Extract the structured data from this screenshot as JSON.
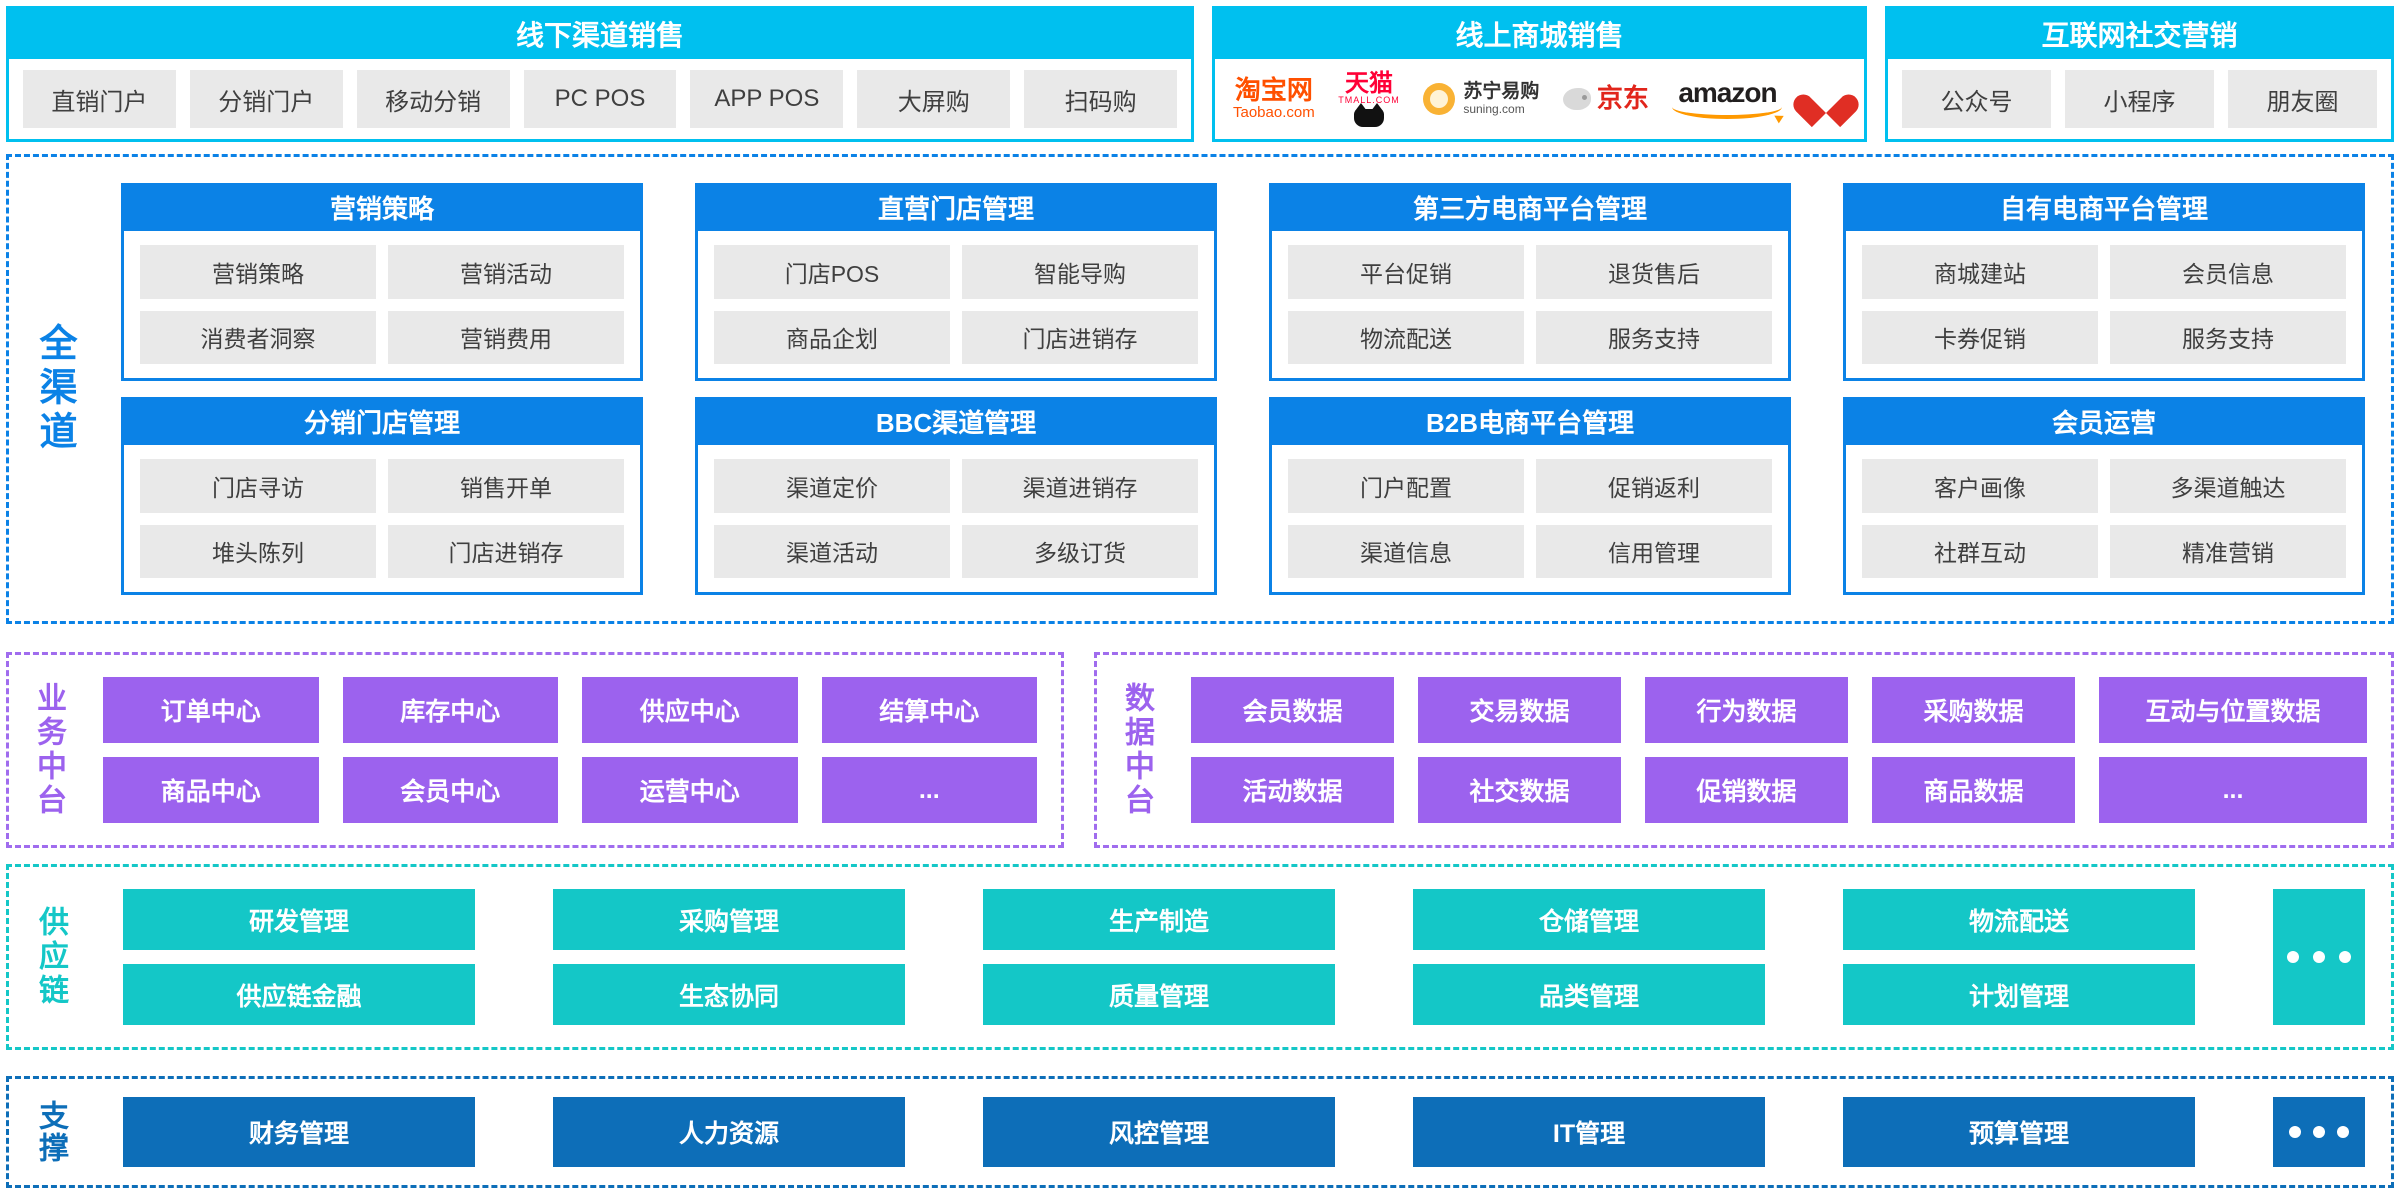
{
  "colors": {
    "cyan": "#00c0ef",
    "blue": "#0b82e6",
    "purple": "#9c62ee",
    "teal": "#14c7c7",
    "dark_blue": "#0d6eb8",
    "chip_bg": "#e9e9e9"
  },
  "top_sections": {
    "offline": {
      "title": "线下渠道销售",
      "items": [
        "直销门户",
        "分销门户",
        "移动分销",
        "PC POS",
        "APP POS",
        "大屏购",
        "扫码购"
      ]
    },
    "online": {
      "title": "线上商城销售",
      "logos": [
        {
          "name": "taobao",
          "line1": "淘宝网",
          "line2": "Taobao.com"
        },
        {
          "name": "tmall",
          "line1": "天猫",
          "line2": "TMALL.COM"
        },
        {
          "name": "suning",
          "line1": "苏宁易购",
          "line2": "suning.com"
        },
        {
          "name": "jd",
          "line1": "京东",
          "line2": ""
        },
        {
          "name": "amazon",
          "line1": "amazon",
          "line2": ""
        },
        {
          "name": "pinduoduo",
          "line1": "拼",
          "line2": ""
        }
      ]
    },
    "social": {
      "title": "互联网社交营销",
      "items": [
        "公众号",
        "小程序",
        "朋友圈"
      ]
    }
  },
  "omni_channel": {
    "label": "全渠道",
    "panels": [
      {
        "title": "营销策略",
        "items": [
          "营销策略",
          "营销活动",
          "消费者洞察",
          "营销费用"
        ]
      },
      {
        "title": "直营门店管理",
        "items": [
          "门店POS",
          "智能导购",
          "商品企划",
          "门店进销存"
        ]
      },
      {
        "title": "第三方电商平台管理",
        "items": [
          "平台促销",
          "退货售后",
          "物流配送",
          "服务支持"
        ]
      },
      {
        "title": "自有电商平台管理",
        "items": [
          "商城建站",
          "会员信息",
          "卡券促销",
          "服务支持"
        ]
      },
      {
        "title": "分销门店管理",
        "items": [
          "门店寻访",
          "销售开单",
          "堆头陈列",
          "门店进销存"
        ]
      },
      {
        "title": "BBC渠道管理",
        "items": [
          "渠道定价",
          "渠道进销存",
          "渠道活动",
          "多级订货"
        ]
      },
      {
        "title": "B2B电商平台管理",
        "items": [
          "门户配置",
          "促销返利",
          "渠道信息",
          "信用管理"
        ]
      },
      {
        "title": "会员运营",
        "items": [
          "客户画像",
          "多渠道触达",
          "社群互动",
          "精准营销"
        ]
      }
    ]
  },
  "business_platform": {
    "label": "业务中台",
    "items": [
      "订单中心",
      "库存中心",
      "供应中心",
      "结算中心",
      "商品中心",
      "会员中心",
      "运营中心",
      "..."
    ]
  },
  "data_platform": {
    "label": "数据中台",
    "items": [
      "会员数据",
      "交易数据",
      "行为数据",
      "采购数据",
      "互动与位置数据",
      "活动数据",
      "社交数据",
      "促销数据",
      "商品数据",
      "..."
    ]
  },
  "supply_chain": {
    "label": "供应链",
    "items": [
      "研发管理",
      "采购管理",
      "生产制造",
      "仓储管理",
      "物流配送",
      "供应链金融",
      "生态协同",
      "质量管理",
      "品类管理",
      "计划管理"
    ],
    "more": "..."
  },
  "support": {
    "label": "支撑",
    "items": [
      "财务管理",
      "人力资源",
      "风控管理",
      "IT管理",
      "预算管理"
    ],
    "more": "..."
  }
}
